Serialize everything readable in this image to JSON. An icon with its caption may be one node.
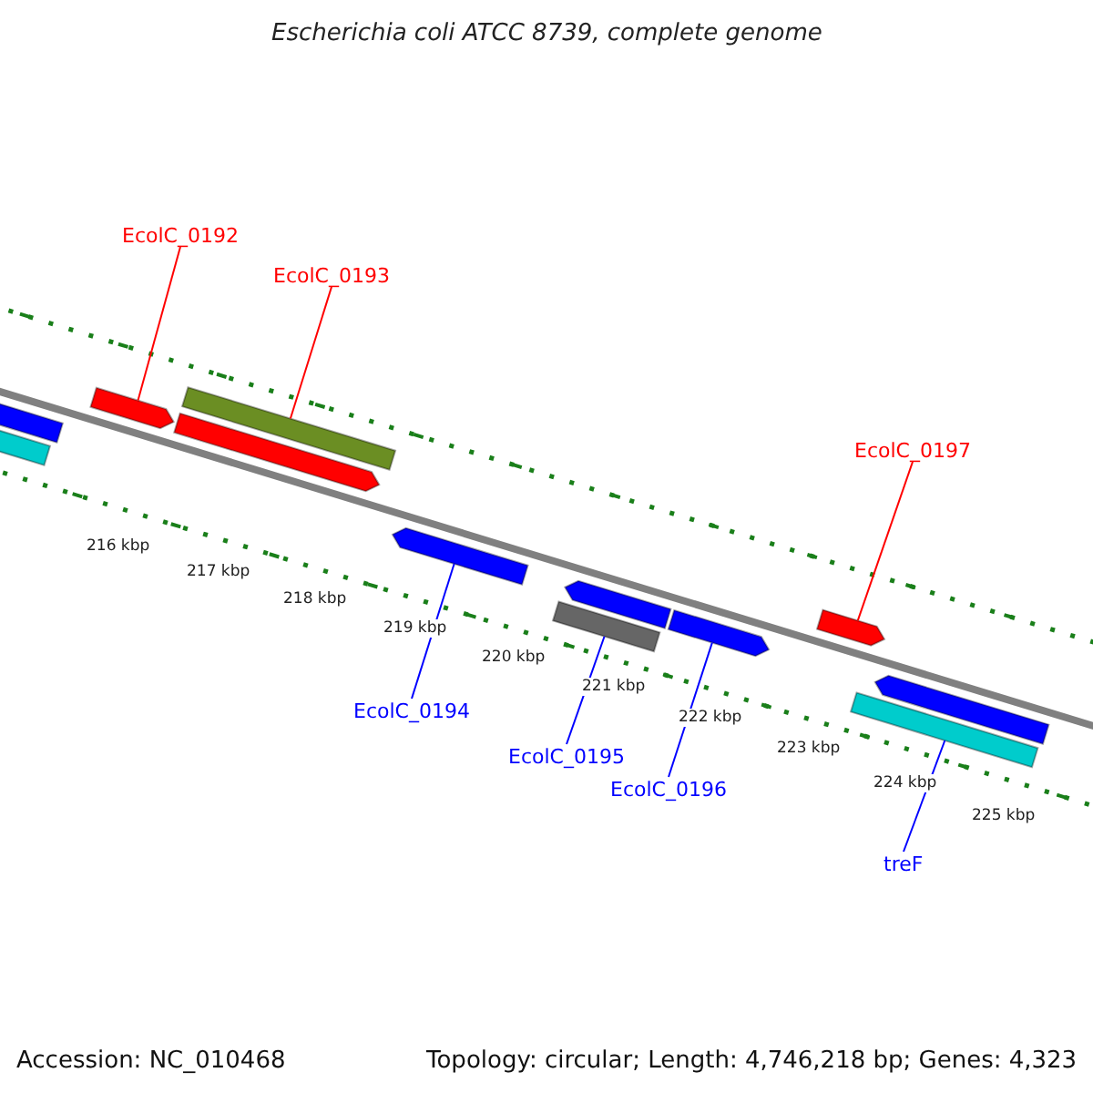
{
  "diagram": {
    "title": "Escherichia coli ATCC 8739, complete genome",
    "nodes": [
      {
        "text": [
          "EcolC_0192"
        ]
      },
      {
        "text": [
          "EcolC_0193"
        ]
      },
      {
        "text": [
          "EcolC_0197"
        ]
      },
      {
        "text": [
          "EcolC_0194"
        ]
      },
      {
        "text": [
          "EcolC_0195"
        ]
      },
      {
        "text": [
          "EcolC_0196"
        ]
      },
      {
        "text": [
          "treF"
        ]
      },
      {
        "text": [],
        "shape": "pentagon"
      },
      {
        "text": [],
        "shape": "bar"
      },
      {
        "text": [],
        "shape": "pentagon"
      },
      {
        "text": [],
        "shape": "bar"
      },
      {
        "text": [],
        "shape": "pentagon"
      },
      {
        "text": [],
        "shape": "pentagon"
      },
      {
        "text": [],
        "shape": "pentagon"
      },
      {
        "text": [],
        "shape": "bar"
      },
      {
        "text": [],
        "shape": "pentagon"
      },
      {
        "text": [],
        "shape": "pentagon"
      },
      {
        "text": [],
        "shape": "pentagon"
      },
      {
        "text": [],
        "shape": "bar"
      }
    ],
    "edges": [
      {
        "from": 0,
        "to": 9,
        "arrow": "none",
        "color": "#ff0000"
      },
      {
        "from": 1,
        "to": 10,
        "arrow": "none",
        "color": "#ff0000"
      },
      {
        "from": 2,
        "to": 16,
        "arrow": "none",
        "color": "#ff0000"
      },
      {
        "from": 3,
        "to": 12,
        "arrow": "none"
      },
      {
        "from": 4,
        "to": 14,
        "arrow": "none"
      },
      {
        "from": 5,
        "to": 15,
        "arrow": "none"
      },
      {
        "from": 6,
        "to": 18,
        "arrow": "none"
      }
    ],
    "labels": [
      "216 kbp",
      "217 kbp",
      "218 kbp",
      "219 kbp",
      "220 kbp",
      "221 kbp",
      "222 kbp",
      "223 kbp",
      "224 kbp",
      "225 kbp",
      "Accession: NC_010468",
      "Topology: circular; Length: 4,746,218 bp; Genes: 4,323"
    ]
  }
}
